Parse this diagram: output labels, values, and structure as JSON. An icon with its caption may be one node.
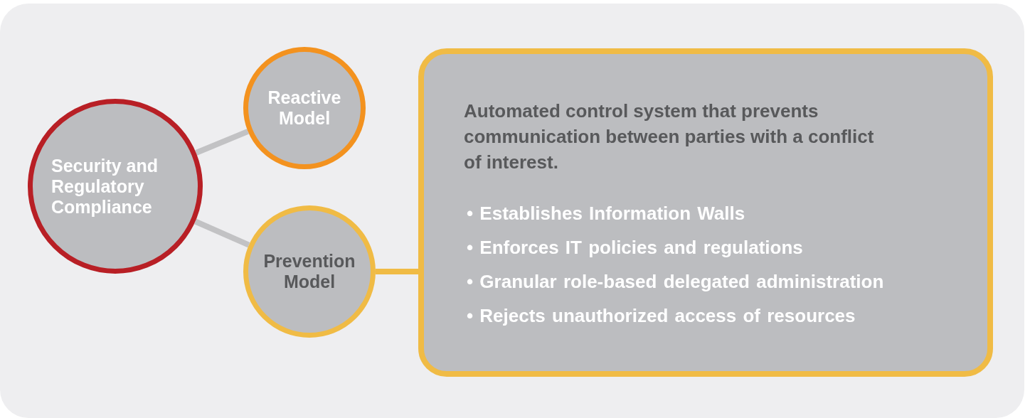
{
  "diagram": {
    "nodes": [
      {
        "text": [
          "Security and Regulatory Compliance"
        ]
      },
      {
        "text": [
          "Reactive Model"
        ]
      },
      {
        "text": [
          "Prevention Model"
        ]
      },
      {
        "text": [
          "Automated control system that prevents communication between parties with a conflict of interest.",
          "• Establishes Information Walls",
          "• Enforces IT policies and regulations",
          "• Granular role-based delegated administration",
          "• Rejects unauthorized access of resources"
        ]
      }
    ],
    "edges": [
      {
        "from": 0,
        "to": 1,
        "arrow": "none"
      },
      {
        "from": 0,
        "to": 2,
        "arrow": "none"
      },
      {
        "from": 2,
        "to": 3,
        "arrow": "none",
        "color": "#f0bb45"
      }
    ]
  }
}
